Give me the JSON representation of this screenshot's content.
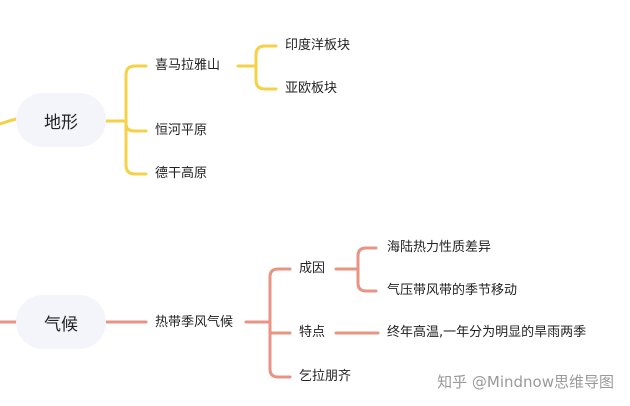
{
  "colors": {
    "terrain_branch": "#f5d148",
    "climate_branch": "#e89484",
    "bubble_fill": "#f4f4fb",
    "text": "#222222",
    "watermark": "#9a9a9a"
  },
  "terrain": {
    "label": "地形",
    "himalaya": "喜马拉雅山",
    "indian_plate": "印度洋板块",
    "eurasian_plate": "亚欧板块",
    "ganges_plain": "恒河平原",
    "deccan_plateau": "德干高原"
  },
  "climate": {
    "label": "气候",
    "monsoon": "热带季风气候",
    "cause": "成因",
    "land_sea": "海陆热力性质差异",
    "pressure_shift": "气压带风带的季节移动",
    "feature": "特点",
    "feature_desc": "终年高温,一年分为明显的旱雨两季",
    "cherrapunji": "乞拉朋齐"
  },
  "watermark": "知乎 @Mindnow思维导图"
}
